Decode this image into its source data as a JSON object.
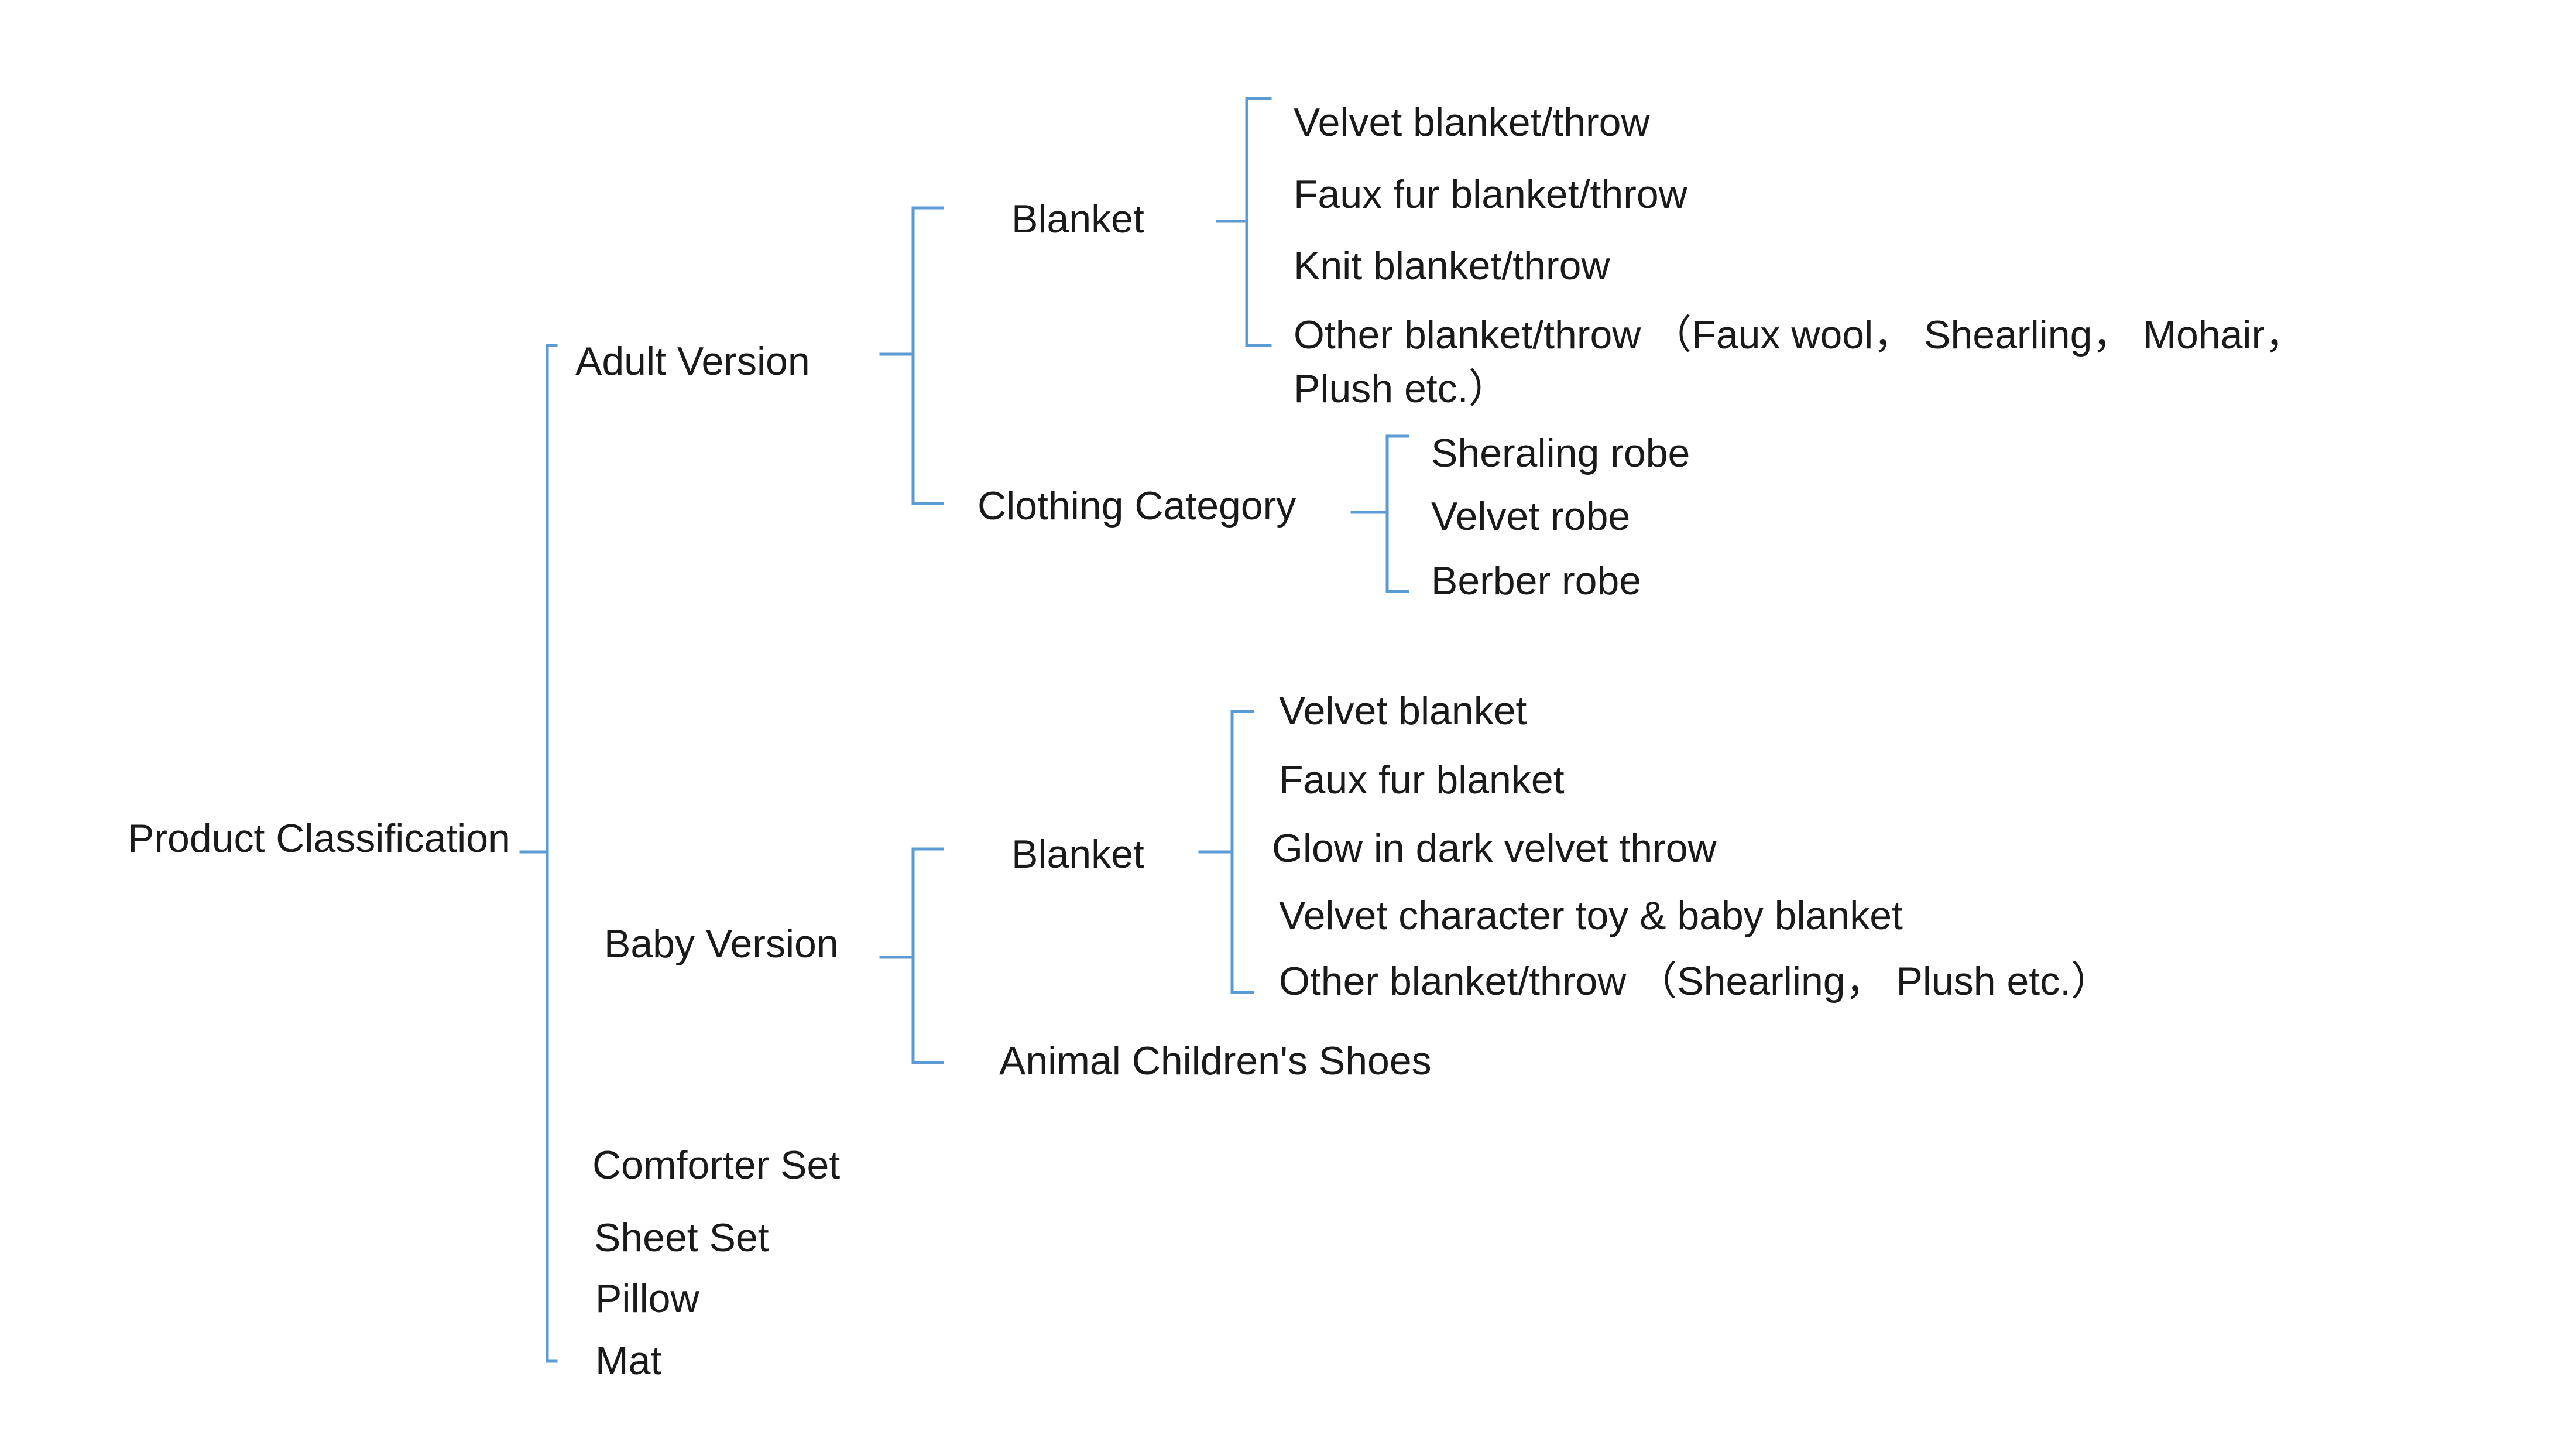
{
  "diagram": {
    "line_color": "#5b9bd5",
    "text_color": "#1a1a1a",
    "root": "Product Classification",
    "adult": {
      "label": "Adult Version",
      "blanket": {
        "label": "Blanket",
        "items": [
          "Velvet blanket/throw",
          "Faux fur blanket/throw",
          "Knit blanket/throw",
          "Other blanket/throw （Faux wool， Shearling， Mohair，",
          "Plush etc.）"
        ]
      },
      "clothing": {
        "label": "Clothing Category",
        "items": [
          "Sheraling robe",
          "Velvet robe",
          "Berber  robe"
        ]
      }
    },
    "baby": {
      "label": "Baby Version",
      "blanket": {
        "label": "Blanket",
        "items": [
          "Velvet blanket",
          "Faux fur blanket",
          "Glow in dark velvet throw",
          "Velvet character toy & baby blanket",
          "Other blanket/throw （Shearling， Plush etc.）"
        ]
      },
      "shoes": {
        "label": "Animal Children's Shoes"
      }
    },
    "other_items": [
      "Comforter Set",
      "Sheet Set",
      "Pillow",
      "Mat"
    ]
  }
}
